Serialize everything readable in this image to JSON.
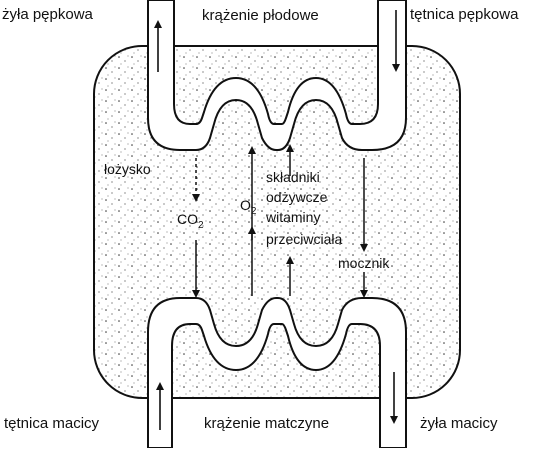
{
  "labels": {
    "umbilical_vein": "żyła pępkowa",
    "fetal_circulation": "krążenie płodowe",
    "umbilical_artery": "tętnica pępkowa",
    "placenta": "łożysko",
    "co2": "CO",
    "co2_sub": "2",
    "o2": "O",
    "o2_sub": "2",
    "nutrients_1": "składniki",
    "nutrients_2": "odżywcze",
    "vitamins": "witaminy",
    "antibodies": "przeciwciała",
    "urea": "mocznik",
    "uterine_artery": "tętnica macicy",
    "maternal_circulation": "krążenie matczyne",
    "uterine_vein": "żyła macicy"
  }
}
